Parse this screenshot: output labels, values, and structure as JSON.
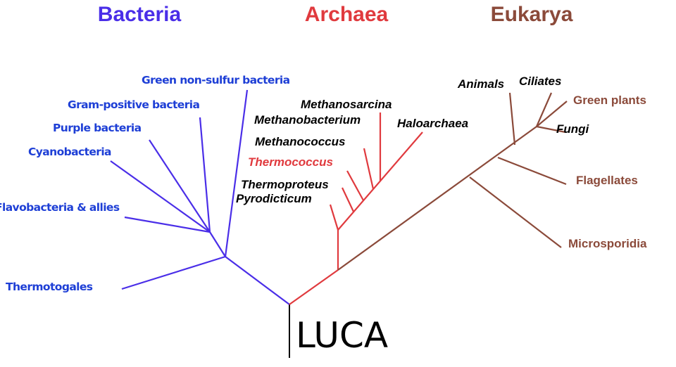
{
  "domains": {
    "bacteria": {
      "title": "Bacteria",
      "color": "#4a2ee8"
    },
    "archaea": {
      "title": "Archaea",
      "color": "#e03a3e"
    },
    "eukarya": {
      "title": "Eukarya",
      "color": "#8b4a3a"
    }
  },
  "root": {
    "label": "LUCA"
  },
  "bacteria_taxa": [
    "Green non-sulfur bacteria",
    "Gram-positive bacteria",
    "Purple bacteria",
    "Cyanobacteria",
    "Flavobacteria & allies",
    "Thermotogales"
  ],
  "bacteria_label_color": "#1e3fd6",
  "archaea_taxa": [
    "Methanosarcina",
    "Methanobacterium",
    "Haloarchaea",
    "Methanococcus",
    "Thermococcus",
    "Thermoproteus",
    "Pyrodicticum"
  ],
  "archaea_highlight": {
    "taxon": "Thermococcus",
    "color": "#e03a3e"
  },
  "eukarya_taxa": [
    "Animals",
    "Ciliates",
    "Green plants",
    "Fungi",
    "Flagellates",
    "Microsporidia"
  ],
  "eukarya_label_colors": {
    "italic_black": "#000000",
    "upright": "#8b4a3a"
  }
}
